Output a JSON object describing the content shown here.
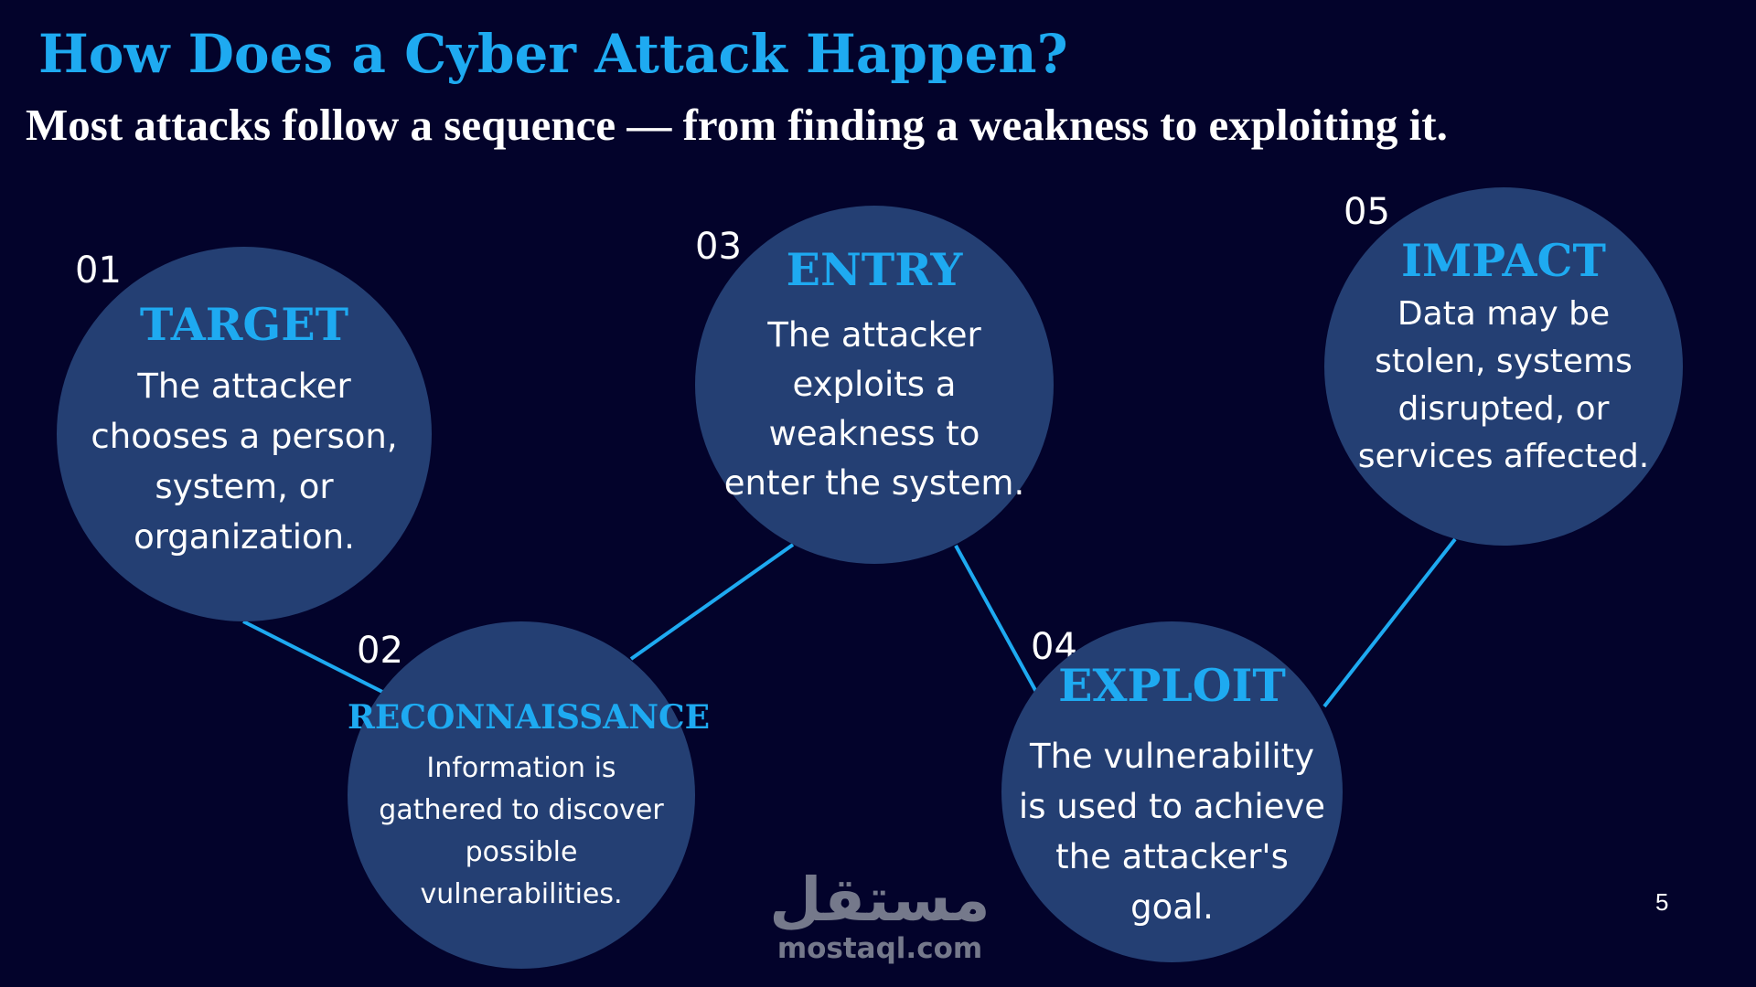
{
  "slide": {
    "title": "How Does a Cyber Attack Happen?",
    "subtitle": "Most attacks follow a sequence — from finding a weakness to exploiting it.",
    "page_number": "5"
  },
  "colors": {
    "background": "#03032b",
    "accent": "#1eaaf1",
    "circle_fill": "#243f73",
    "connector": "#1eaaf1",
    "text": "#ffffff"
  },
  "steps": [
    {
      "number": "01",
      "title": "TARGET",
      "description": "The attacker chooses a person, system, or organization."
    },
    {
      "number": "02",
      "title": "RECONNAISSANCE",
      "description": "Information is gathered to discover possible vulnerabilities."
    },
    {
      "number": "03",
      "title": "ENTRY",
      "description": "The attacker exploits a weakness to enter the system."
    },
    {
      "number": "04",
      "title": "EXPLOIT",
      "description": "The vulnerability is used to achieve the attacker's goal."
    },
    {
      "number": "05",
      "title": "IMPACT",
      "description": "Data may be stolen, systems disrupted, or services affected."
    }
  ],
  "watermark": {
    "arabic": "مستقل",
    "domain": "mostaql.com"
  }
}
